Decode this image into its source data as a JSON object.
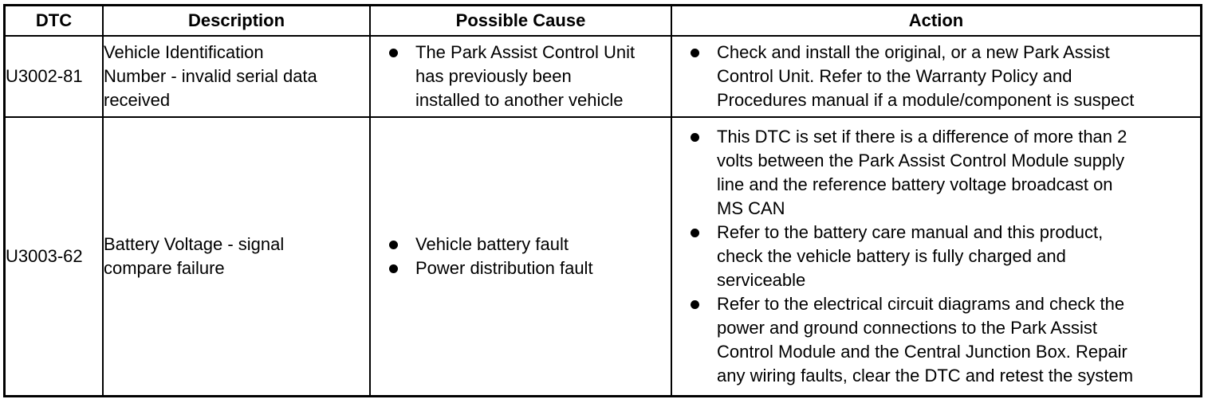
{
  "headers": {
    "dtc": "DTC",
    "description": "Description",
    "possible_cause": "Possible Cause",
    "action": "Action"
  },
  "rows": [
    {
      "dtc": "U3002-81",
      "description_lines": [
        "Vehicle Identification",
        "Number - invalid serial data",
        "received"
      ],
      "causes": [
        {
          "lines": [
            "The Park Assist Control Unit",
            "has previously been",
            "installed to another vehicle"
          ]
        }
      ],
      "actions": [
        {
          "lines": [
            "Check and install the original, or a new Park Assist",
            "Control Unit. Refer to the Warranty Policy and",
            "Procedures manual if a module/component is suspect"
          ]
        }
      ]
    },
    {
      "dtc": "U3003-62",
      "description_lines": [
        "Battery Voltage - signal",
        "compare failure"
      ],
      "causes": [
        {
          "lines": [
            "Vehicle battery fault"
          ]
        },
        {
          "lines": [
            "Power distribution fault"
          ]
        }
      ],
      "actions": [
        {
          "lines": [
            "This DTC is set if there is a difference of more than 2",
            "volts between the Park Assist Control Module supply",
            "line and the reference battery voltage broadcast on",
            "MS CAN"
          ]
        },
        {
          "lines": [
            "Refer to the battery care manual and this product,",
            "check the vehicle battery is fully charged and",
            "serviceable"
          ]
        },
        {
          "lines": [
            "Refer to the electrical circuit diagrams and check the",
            "power and ground connections to the Park Assist",
            "Control Module and the Central Junction Box. Repair",
            "any wiring faults, clear the DTC and retest the system"
          ]
        }
      ]
    }
  ]
}
